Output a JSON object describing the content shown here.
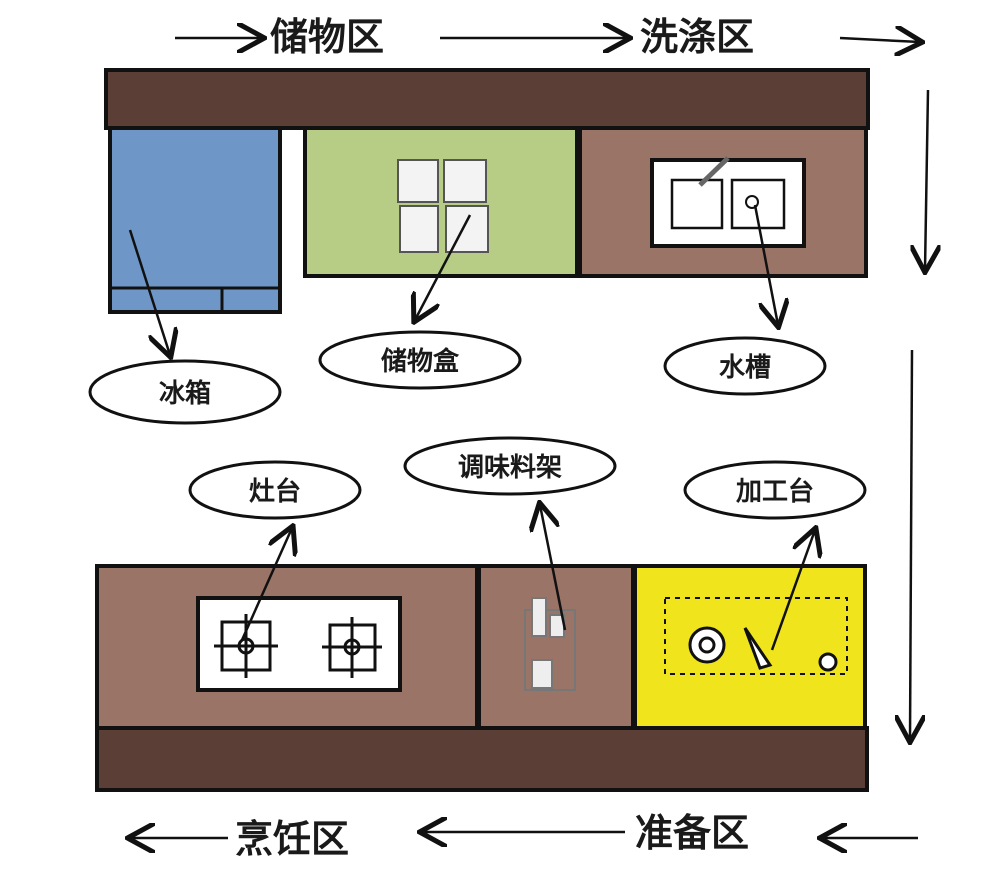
{
  "flow": {
    "top": [
      "储物区",
      "洗涤区"
    ],
    "bottom": [
      "烹饪区",
      "准备区"
    ]
  },
  "labels": {
    "fridge": "冰箱",
    "storage_box": "储物盒",
    "sink": "水槽",
    "stove": "灶台",
    "spice_rack": "调味料架",
    "prep_counter": "加工台"
  },
  "colors": {
    "counter_dark": "#5b3f37",
    "cabinet_brown": "#9a7466",
    "fridge_blue": "#6e97c8",
    "storage_green": "#b7cd86",
    "prep_yellow": "#f0e41c"
  }
}
